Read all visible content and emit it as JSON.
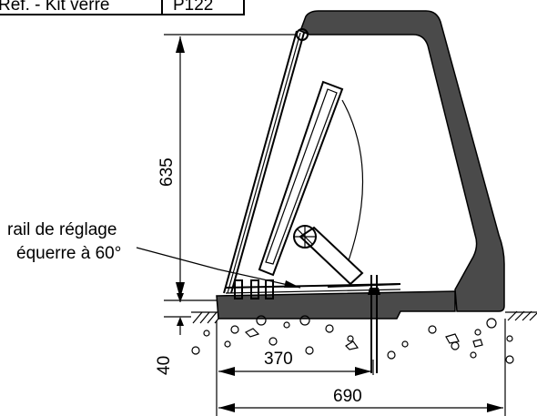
{
  "table": {
    "cell_left": "Réf. - Kit verre",
    "cell_right": "P122"
  },
  "annotation": {
    "line1": "rail de réglage",
    "line2": "équerre à 60°"
  },
  "dimensions": {
    "height": "635",
    "base_height": "40",
    "width_partial": "370",
    "width_total": "690"
  },
  "colors": {
    "housing": "#4a4a4a",
    "ink": "#000000"
  }
}
